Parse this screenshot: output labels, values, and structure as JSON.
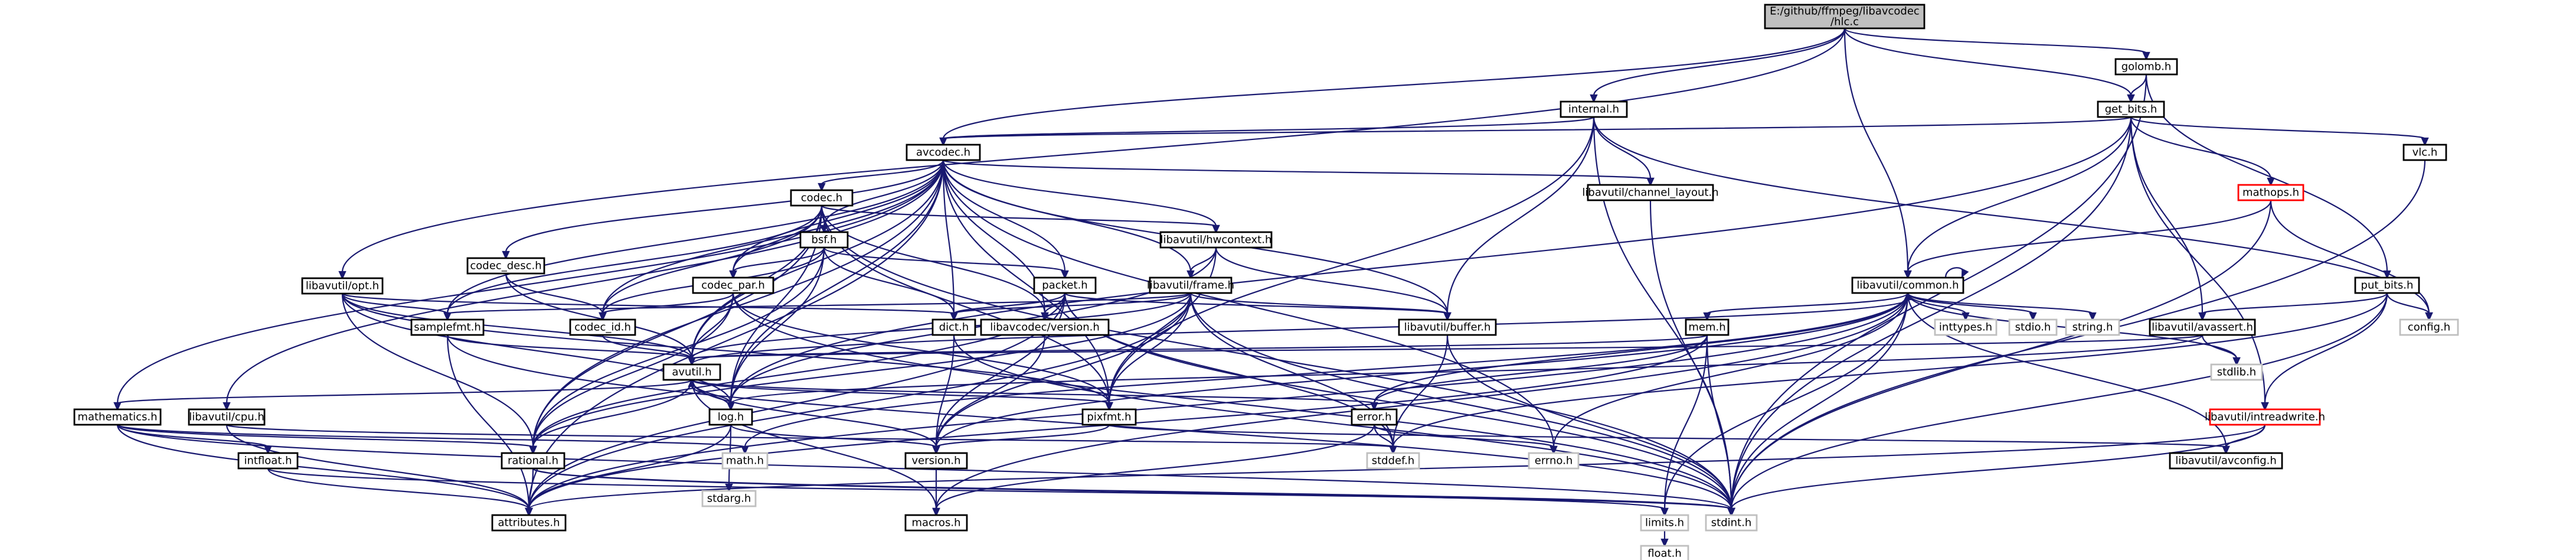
{
  "colors": {
    "background": "#ffffff",
    "edge": "#191970",
    "edge_nontransitive": "#bfbfbf",
    "root_fill": "#bfbfbf",
    "node_fill": "#ffffff",
    "node_border": "#000000",
    "missing_border": "#bfbfbf",
    "truncated_border": "#ff0000"
  },
  "nodes": [
    {
      "id": "root",
      "label1": "E:/github/ffmpeg/libavcodec",
      "label2": "/hlc.c",
      "style": "root"
    },
    {
      "id": "avcodec",
      "label1": "avcodec.h",
      "style": "normal"
    },
    {
      "id": "internal",
      "label1": "internal.h",
      "style": "normal"
    },
    {
      "id": "golomb",
      "label1": "golomb.h",
      "style": "normal"
    },
    {
      "id": "get_bits",
      "label1": "get_bits.h",
      "style": "normal"
    },
    {
      "id": "vlc",
      "label1": "vlc.h",
      "style": "normal"
    },
    {
      "id": "mathops",
      "label1": "mathops.h",
      "style": "truncated"
    },
    {
      "id": "put_bits",
      "label1": "put_bits.h",
      "style": "normal"
    },
    {
      "id": "config",
      "label1": "config.h",
      "style": "missing"
    },
    {
      "id": "opt",
      "label1": "libavutil/opt.h",
      "style": "normal"
    },
    {
      "id": "mathematics",
      "label1": "mathematics.h",
      "style": "normal"
    },
    {
      "id": "cpu",
      "label1": "libavutil/cpu.h",
      "style": "normal"
    },
    {
      "id": "intfloat",
      "label1": "intfloat.h",
      "style": "normal"
    },
    {
      "id": "codec",
      "label1": "codec.h",
      "style": "normal"
    },
    {
      "id": "bsf",
      "label1": "bsf.h",
      "style": "normal"
    },
    {
      "id": "codec_desc",
      "label1": "codec_desc.h",
      "style": "normal"
    },
    {
      "id": "codec_par",
      "label1": "codec_par.h",
      "style": "normal"
    },
    {
      "id": "samplefmt",
      "label1": "samplefmt.h",
      "style": "normal"
    },
    {
      "id": "codec_id",
      "label1": "codec_id.h",
      "style": "normal"
    },
    {
      "id": "hwcontext",
      "label1": "libavutil/hwcontext.h",
      "style": "normal"
    },
    {
      "id": "frame",
      "label1": "libavutil/frame.h",
      "style": "normal"
    },
    {
      "id": "packet",
      "label1": "packet.h",
      "style": "normal"
    },
    {
      "id": "dict",
      "label1": "dict.h",
      "style": "normal"
    },
    {
      "id": "lavc_version",
      "label1": "libavcodec/version.h",
      "style": "normal"
    },
    {
      "id": "buffer",
      "label1": "libavutil/buffer.h",
      "style": "normal"
    },
    {
      "id": "channel_layout",
      "label1": "libavutil/channel_layout.h",
      "style": "normal"
    },
    {
      "id": "common",
      "label1": "libavutil/common.h",
      "style": "normal"
    },
    {
      "id": "inttypes",
      "label1": "inttypes.h",
      "style": "missing"
    },
    {
      "id": "stdio",
      "label1": "stdio.h",
      "style": "missing"
    },
    {
      "id": "string",
      "label1": "string.h",
      "style": "missing"
    },
    {
      "id": "mem",
      "label1": "mem.h",
      "style": "normal"
    },
    {
      "id": "avassert",
      "label1": "libavutil/avassert.h",
      "style": "normal"
    },
    {
      "id": "stdlib",
      "label1": "stdlib.h",
      "style": "missing"
    },
    {
      "id": "intreadwrite",
      "label1": "libavutil/intreadwrite.h",
      "style": "truncated"
    },
    {
      "id": "avutil",
      "label1": "avutil.h",
      "style": "normal"
    },
    {
      "id": "log",
      "label1": "log.h",
      "style": "normal"
    },
    {
      "id": "pixfmt",
      "label1": "pixfmt.h",
      "style": "normal"
    },
    {
      "id": "error",
      "label1": "error.h",
      "style": "normal"
    },
    {
      "id": "rational",
      "label1": "rational.h",
      "style": "normal"
    },
    {
      "id": "version",
      "label1": "version.h",
      "style": "normal"
    },
    {
      "id": "math",
      "label1": "math.h",
      "style": "missing"
    },
    {
      "id": "stdarg",
      "label1": "stdarg.h",
      "style": "missing"
    },
    {
      "id": "stddef",
      "label1": "stddef.h",
      "style": "missing"
    },
    {
      "id": "errno",
      "label1": "errno.h",
      "style": "missing"
    },
    {
      "id": "avconfig",
      "label1": "libavutil/avconfig.h",
      "style": "normal"
    },
    {
      "id": "attributes",
      "label1": "attributes.h",
      "style": "normal"
    },
    {
      "id": "macros",
      "label1": "macros.h",
      "style": "normal"
    },
    {
      "id": "limits",
      "label1": "limits.h",
      "style": "missing"
    },
    {
      "id": "stdint",
      "label1": "stdint.h",
      "style": "missing"
    },
    {
      "id": "float",
      "label1": "float.h",
      "style": "missing"
    }
  ],
  "edges": [
    [
      "root",
      "avcodec"
    ],
    [
      "root",
      "internal"
    ],
    [
      "root",
      "golomb"
    ],
    [
      "root",
      "get_bits"
    ],
    [
      "root",
      "common"
    ],
    [
      "root",
      "opt"
    ],
    [
      "golomb",
      "get_bits"
    ],
    [
      "golomb",
      "put_bits"
    ],
    [
      "golomb",
      "stdint"
    ],
    [
      "internal",
      "avcodec"
    ],
    [
      "internal",
      "config"
    ],
    [
      "internal",
      "buffer"
    ],
    [
      "internal",
      "channel_layout"
    ],
    [
      "internal",
      "pixfmt"
    ],
    [
      "internal",
      "stdint"
    ],
    [
      "get_bits",
      "avcodec"
    ],
    [
      "get_bits",
      "vlc"
    ],
    [
      "get_bits",
      "mathops"
    ],
    [
      "get_bits",
      "common"
    ],
    [
      "get_bits",
      "avassert"
    ],
    [
      "get_bits",
      "intreadwrite"
    ],
    [
      "get_bits",
      "log"
    ],
    [
      "get_bits",
      "stdint"
    ],
    [
      "vlc",
      "stdint"
    ],
    [
      "mathops",
      "config"
    ],
    [
      "mathops",
      "common"
    ],
    [
      "mathops",
      "stdint"
    ],
    [
      "put_bits",
      "config"
    ],
    [
      "put_bits",
      "avassert"
    ],
    [
      "put_bits",
      "intreadwrite"
    ],
    [
      "put_bits",
      "stddef"
    ],
    [
      "put_bits",
      "stdint"
    ],
    [
      "avcodec",
      "mathematics"
    ],
    [
      "avcodec",
      "cpu"
    ],
    [
      "avcodec",
      "codec"
    ],
    [
      "avcodec",
      "bsf"
    ],
    [
      "avcodec",
      "codec_desc"
    ],
    [
      "avcodec",
      "codec_par"
    ],
    [
      "avcodec",
      "samplefmt"
    ],
    [
      "avcodec",
      "codec_id"
    ],
    [
      "avcodec",
      "hwcontext"
    ],
    [
      "avcodec",
      "frame"
    ],
    [
      "avcodec",
      "packet"
    ],
    [
      "avcodec",
      "dict"
    ],
    [
      "avcodec",
      "lavc_version"
    ],
    [
      "avcodec",
      "buffer"
    ],
    [
      "avcodec",
      "channel_layout"
    ],
    [
      "avcodec",
      "avutil"
    ],
    [
      "avcodec",
      "log"
    ],
    [
      "avcodec",
      "pixfmt"
    ],
    [
      "avcodec",
      "rational"
    ],
    [
      "avcodec",
      "attributes"
    ],
    [
      "avcodec",
      "errno"
    ],
    [
      "opt",
      "samplefmt"
    ],
    [
      "opt",
      "dict"
    ],
    [
      "opt",
      "avutil"
    ],
    [
      "opt",
      "log"
    ],
    [
      "opt",
      "pixfmt"
    ],
    [
      "opt",
      "rational"
    ],
    [
      "codec",
      "codec_id"
    ],
    [
      "codec",
      "codec_par"
    ],
    [
      "codec",
      "hwcontext"
    ],
    [
      "codec",
      "samplefmt"
    ],
    [
      "codec",
      "lavc_version"
    ],
    [
      "codec",
      "avutil"
    ],
    [
      "codec",
      "log"
    ],
    [
      "codec",
      "pixfmt"
    ],
    [
      "codec",
      "rational"
    ],
    [
      "codec",
      "stdint"
    ],
    [
      "bsf",
      "codec_id"
    ],
    [
      "bsf",
      "codec_par"
    ],
    [
      "bsf",
      "packet"
    ],
    [
      "bsf",
      "dict"
    ],
    [
      "bsf",
      "log"
    ],
    [
      "bsf",
      "rational"
    ],
    [
      "codec_desc",
      "codec_id"
    ],
    [
      "codec_desc",
      "avutil"
    ],
    [
      "codec_par",
      "codec_id"
    ],
    [
      "codec_par",
      "avutil"
    ],
    [
      "codec_par",
      "pixfmt"
    ],
    [
      "codec_par",
      "rational"
    ],
    [
      "codec_par",
      "stdint"
    ],
    [
      "hwcontext",
      "buffer"
    ],
    [
      "hwcontext",
      "frame"
    ],
    [
      "hwcontext",
      "log"
    ],
    [
      "hwcontext",
      "pixfmt"
    ],
    [
      "frame",
      "buffer"
    ],
    [
      "frame",
      "dict"
    ],
    [
      "frame",
      "samplefmt"
    ],
    [
      "frame",
      "avutil"
    ],
    [
      "frame",
      "pixfmt"
    ],
    [
      "frame",
      "rational"
    ],
    [
      "frame",
      "version"
    ],
    [
      "frame",
      "stddef"
    ],
    [
      "frame",
      "stdint"
    ],
    [
      "frame",
      "attributes"
    ],
    [
      "packet",
      "buffer"
    ],
    [
      "packet",
      "dict"
    ],
    [
      "packet",
      "lavc_version"
    ],
    [
      "packet",
      "attributes"
    ],
    [
      "packet",
      "rational"
    ],
    [
      "packet",
      "version"
    ],
    [
      "packet",
      "stddef"
    ],
    [
      "packet",
      "stdint"
    ],
    [
      "samplefmt",
      "avutil"
    ],
    [
      "samplefmt",
      "attributes"
    ],
    [
      "samplefmt",
      "stdint"
    ],
    [
      "codec_id",
      "avutil"
    ],
    [
      "dict",
      "version"
    ],
    [
      "dict",
      "stdint"
    ],
    [
      "lavc_version",
      "version"
    ],
    [
      "buffer",
      "stdint"
    ],
    [
      "buffer",
      "stddef"
    ],
    [
      "channel_layout",
      "stdint"
    ],
    [
      "mathematics",
      "attributes"
    ],
    [
      "mathematics",
      "rational"
    ],
    [
      "mathematics",
      "intfloat"
    ],
    [
      "mathematics",
      "math"
    ],
    [
      "mathematics",
      "stdint"
    ],
    [
      "intfloat",
      "attributes"
    ],
    [
      "intfloat",
      "stdint"
    ],
    [
      "cpu",
      "attributes"
    ],
    [
      "cpu",
      "stddef"
    ],
    [
      "common",
      "common"
    ],
    [
      "common",
      "inttypes"
    ],
    [
      "common",
      "stdio"
    ],
    [
      "common",
      "string"
    ],
    [
      "common",
      "stdlib"
    ],
    [
      "common",
      "mem"
    ],
    [
      "common",
      "errno"
    ],
    [
      "common",
      "math"
    ],
    [
      "common",
      "limits"
    ],
    [
      "common",
      "stdint"
    ],
    [
      "common",
      "attributes"
    ],
    [
      "common",
      "macros"
    ],
    [
      "common",
      "version"
    ],
    [
      "common",
      "avconfig"
    ],
    [
      "common",
      "error"
    ],
    [
      "mem",
      "avutil"
    ],
    [
      "mem",
      "error"
    ],
    [
      "mem",
      "attributes"
    ],
    [
      "mem",
      "limits"
    ],
    [
      "mem",
      "stdint"
    ],
    [
      "avassert",
      "avutil"
    ],
    [
      "avassert",
      "log"
    ],
    [
      "avassert",
      "stdlib"
    ],
    [
      "intreadwrite",
      "avconfig"
    ],
    [
      "intreadwrite",
      "attributes"
    ],
    [
      "intreadwrite",
      "stdint"
    ],
    [
      "avutil",
      "common"
    ],
    [
      "avutil",
      "mathematics"
    ],
    [
      "avutil",
      "log"
    ],
    [
      "avutil",
      "pixfmt"
    ],
    [
      "avutil",
      "error"
    ],
    [
      "avutil",
      "rational"
    ],
    [
      "avutil",
      "version"
    ],
    [
      "avutil",
      "macros"
    ],
    [
      "log",
      "avutil"
    ],
    [
      "log",
      "attributes"
    ],
    [
      "log",
      "version"
    ],
    [
      "log",
      "stdarg"
    ],
    [
      "pixfmt",
      "version"
    ],
    [
      "pixfmt",
      "avconfig"
    ],
    [
      "error",
      "errno"
    ],
    [
      "error",
      "stddef"
    ],
    [
      "error",
      "macros"
    ],
    [
      "rational",
      "attributes"
    ],
    [
      "rational",
      "limits"
    ],
    [
      "rational",
      "stdint"
    ],
    [
      "version",
      "macros"
    ],
    [
      "limits",
      "float"
    ]
  ]
}
